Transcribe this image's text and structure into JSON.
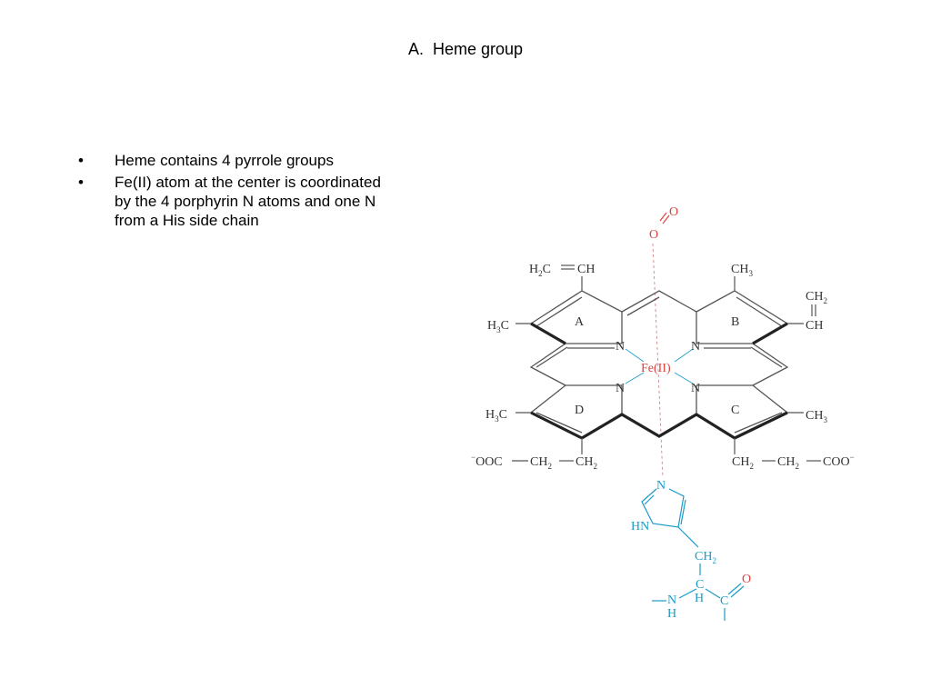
{
  "slide": {
    "title": "A.  Heme group",
    "bullets": [
      {
        "marker": "•",
        "lines": [
          "Heme contains 4 pyrrole groups"
        ]
      },
      {
        "marker": "•",
        "lines": [
          "Fe(II) atom at the center is coordinated",
          "by the 4 porphyrin N atoms and one N",
          "from a His side chain"
        ]
      }
    ]
  },
  "diagram": {
    "oxygen_label_top": "O",
    "oxygen_label_bottom": "O",
    "iron_label": "Fe(II)",
    "ring_labels": [
      "A",
      "B",
      "C",
      "D"
    ],
    "nitrogen_label": "N",
    "substituents": {
      "a_vinyl_left": "H",
      "a_vinyl_sub": "2",
      "a_vinyl_right": "C",
      "a_vinyl_ch": "CH",
      "a_methyl_h": "H",
      "a_methyl_sub": "3",
      "a_methyl_c": "C",
      "b_methyl_ch": "CH",
      "b_methyl_sub": "3",
      "b_vinyl_ch2": "CH",
      "b_vinyl_ch2_sub": "2",
      "b_vinyl_ch": "CH",
      "d_methyl_h": "H",
      "d_methyl_sub": "3",
      "d_methyl_c": "C",
      "c_methyl_ch": "CH",
      "c_methyl_sub": "3",
      "left_chain_coo_sup": "−",
      "left_chain_coo": "OOC",
      "left_chain_ch2a": "CH",
      "left_chain_ch2a_sub": "2",
      "left_chain_ch2b": "CH",
      "left_chain_ch2b_sub": "2",
      "right_chain_ch2a": "CH",
      "right_chain_ch2a_sub": "2",
      "right_chain_ch2b": "CH",
      "right_chain_ch2b_sub": "2",
      "right_chain_coo": "COO",
      "right_chain_coo_sup": "−"
    },
    "histidine": {
      "ring_n": "N",
      "ring_hn": "HN",
      "ch2": "CH",
      "ch2_sub": "2",
      "alpha_c": "C",
      "alpha_h": "H",
      "amide_n": "N",
      "amide_h": "H",
      "carbonyl_c": "C",
      "carbonyl_o": "O"
    },
    "colors": {
      "bond": "#555555",
      "heavy_bond": "#222222",
      "oxygen": "#d64541",
      "iron": "#d64541",
      "histidine": "#1a9bc8"
    }
  }
}
